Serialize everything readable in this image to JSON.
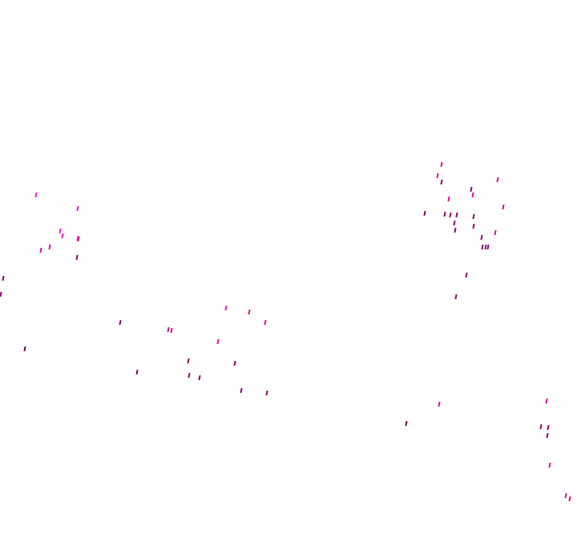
{
  "scene": {
    "background": "#ffffff",
    "palette": {
      "magenta": "#f020c8",
      "pink": "#e0109a",
      "purple": "#8a0a6e",
      "deep_purple": "#6a0858"
    },
    "clusters": [
      {
        "name": "left-cluster",
        "marks": [
          [
            45,
            243,
            "magenta"
          ],
          [
            97,
            260,
            "magenta"
          ],
          [
            75,
            288,
            "magenta"
          ],
          [
            78,
            294,
            "magenta"
          ],
          [
            97,
            297,
            "magenta"
          ],
          [
            98,
            298,
            "pink"
          ],
          [
            62,
            308,
            "pink"
          ],
          [
            51,
            312,
            "pink"
          ],
          [
            96,
            321,
            "purple"
          ],
          [
            4,
            347,
            "purple"
          ],
          [
            1,
            367,
            "purple"
          ],
          [
            31,
            435,
            "deep_purple"
          ]
        ]
      },
      {
        "name": "center-cluster",
        "marks": [
          [
            282,
            384,
            "magenta"
          ],
          [
            311,
            389,
            "pink"
          ],
          [
            150,
            402,
            "purple"
          ],
          [
            331,
            402,
            "pink"
          ],
          [
            210,
            411,
            "pink"
          ],
          [
            214,
            412,
            "pink"
          ],
          [
            272,
            426,
            "pink"
          ],
          [
            235,
            450,
            "purple"
          ],
          [
            293,
            453,
            "purple"
          ],
          [
            171,
            464,
            "purple"
          ],
          [
            236,
            468,
            "purple"
          ],
          [
            249,
            471,
            "purple"
          ],
          [
            301,
            487,
            "purple"
          ],
          [
            333,
            490,
            "purple"
          ]
        ]
      },
      {
        "name": "right-upper-cluster",
        "marks": [
          [
            551,
            205,
            "pink"
          ],
          [
            546,
            219,
            "pink"
          ],
          [
            551,
            227,
            "purple"
          ],
          [
            621,
            224,
            "pink"
          ],
          [
            588,
            236,
            "purple"
          ],
          [
            590,
            243,
            "pink"
          ],
          [
            560,
            248,
            "pink"
          ],
          [
            628,
            258,
            "pink"
          ],
          [
            530,
            266,
            "purple"
          ],
          [
            555,
            267,
            "purple"
          ],
          [
            562,
            268,
            "purple"
          ],
          [
            570,
            268,
            "purple"
          ],
          [
            591,
            270,
            "purple"
          ],
          [
            567,
            278,
            "purple"
          ],
          [
            591,
            282,
            "purple"
          ],
          [
            568,
            287,
            "purple"
          ],
          [
            618,
            290,
            "pink"
          ],
          [
            601,
            296,
            "purple"
          ],
          [
            602,
            308,
            "purple"
          ],
          [
            606,
            308,
            "purple"
          ],
          [
            609,
            308,
            "purple"
          ],
          [
            582,
            343,
            "purple"
          ],
          [
            569,
            370,
            "purple"
          ]
        ]
      },
      {
        "name": "right-lower-cluster",
        "marks": [
          [
            682,
            500,
            "pink"
          ],
          [
            548,
            504,
            "pink"
          ],
          [
            507,
            528,
            "deep_purple"
          ],
          [
            675,
            532,
            "purple"
          ],
          [
            684,
            533,
            "purple"
          ],
          [
            683,
            543,
            "purple"
          ],
          [
            686,
            580,
            "pink"
          ],
          [
            706,
            618,
            "pink"
          ],
          [
            711,
            622,
            "pink"
          ]
        ]
      }
    ]
  }
}
